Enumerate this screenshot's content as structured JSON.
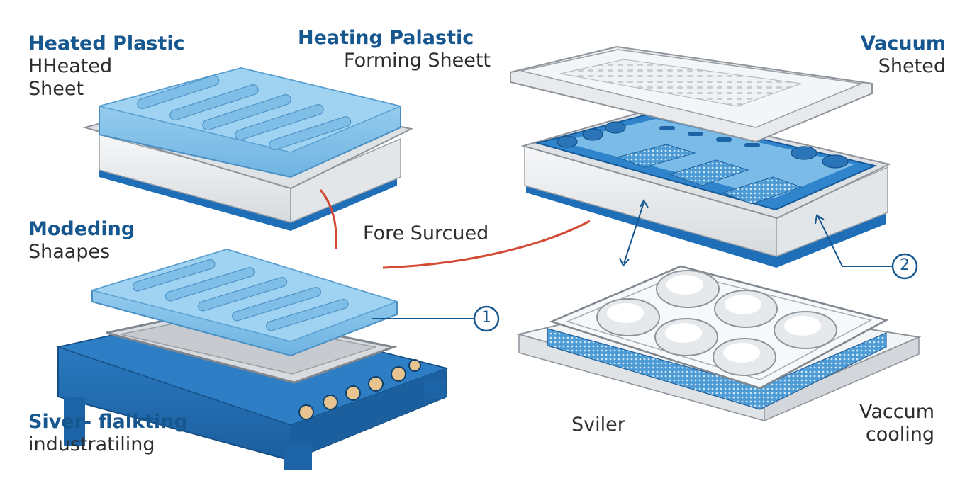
{
  "labels": {
    "heated_plastic": {
      "title": "Heated Plastic",
      "line1": "HHeated",
      "line2": "Sheet"
    },
    "heating_palastic": {
      "title": "Heating Palastic",
      "line1": "Forming Sheett"
    },
    "vacuum": {
      "title": "Vacuum",
      "line1": "Sheted"
    },
    "modeding": {
      "title": "Modeding",
      "line1": "Shaapes"
    },
    "siver": {
      "title": "Siver- flalkting",
      "line1": "industratiling"
    },
    "fore_surcued": "Fore Surcued",
    "sviler": "Sviler",
    "vaccum_cooling": {
      "line1": "Vaccum",
      "line2": "cooling"
    }
  },
  "callouts": {
    "one": "1",
    "two": "2"
  },
  "colors": {
    "accent_blue": "#17578f",
    "tray_blue": "#8cc7ea",
    "base_blue": "#1f6fb8",
    "red_line": "#d24a32",
    "silver": "#e6e8ea"
  }
}
